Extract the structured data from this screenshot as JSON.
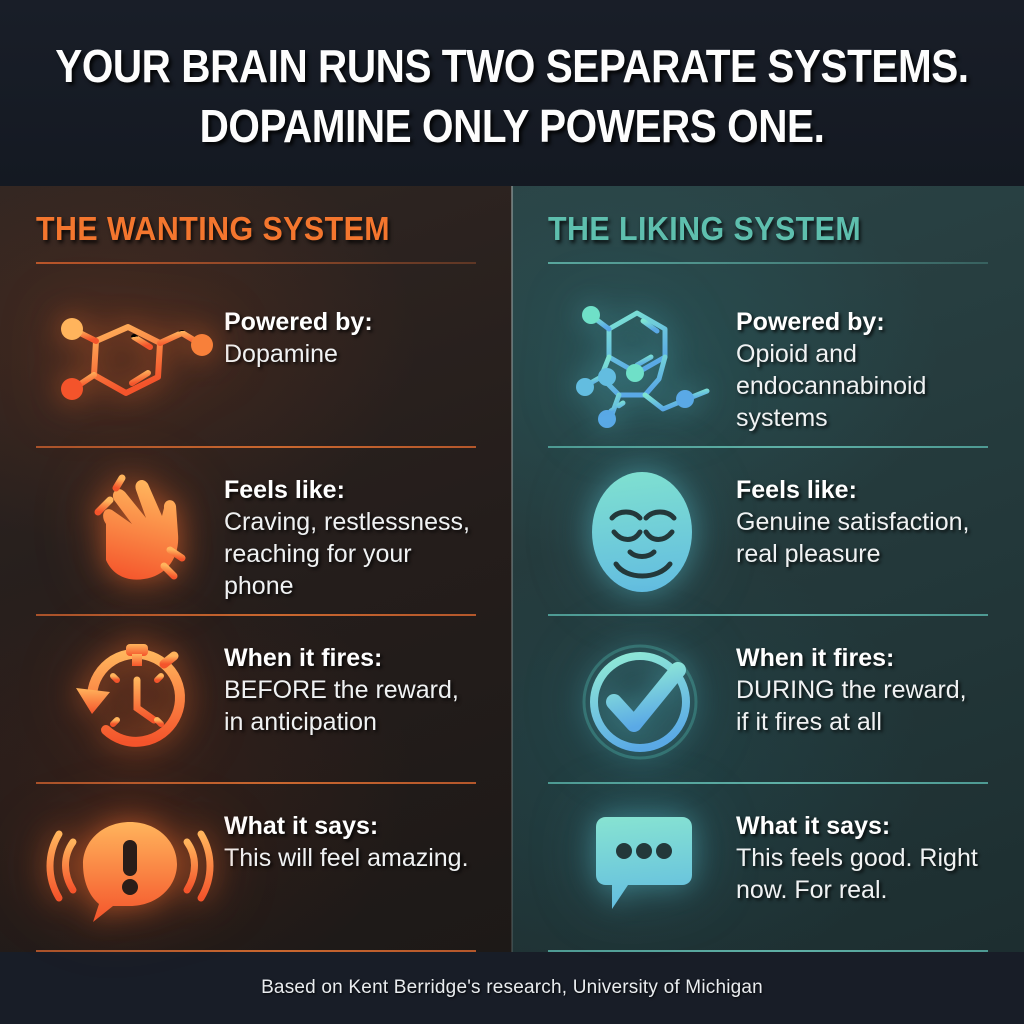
{
  "title": {
    "line1": "YOUR BRAIN RUNS TWO SEPARATE SYSTEMS.",
    "line2": "DOPAMINE ONLY POWERS ONE."
  },
  "colors": {
    "wanting_accent": "#f4762e",
    "liking_accent": "#5ebfae",
    "title_band_bg": "#171c26",
    "wanting_panel_bg": "#241d1b",
    "liking_panel_bg": "#23383a",
    "text_primary": "#ffffff",
    "footer_bg": "#181d27"
  },
  "columns": [
    {
      "id": "wanting",
      "heading": "THE WANTING SYSTEM",
      "rows": [
        {
          "icon": "dopamine-molecule-icon",
          "label": "Powered by:",
          "value": "Dopamine"
        },
        {
          "icon": "reaching-hand-icon",
          "label": "Feels like:",
          "value": "Craving, restlessness, reaching for your phone"
        },
        {
          "icon": "stopwatch-rewind-icon",
          "label": "When it fires:",
          "value": "BEFORE the reward, in anticipation"
        },
        {
          "icon": "shouting-speech-bubble-icon",
          "label": "What it says:",
          "value": "This will feel amazing."
        }
      ]
    },
    {
      "id": "liking",
      "heading": "THE LIKING SYSTEM",
      "rows": [
        {
          "icon": "opioid-molecule-icon",
          "label": "Powered by:",
          "value": "Opioid and endocannabinoid systems"
        },
        {
          "icon": "content-face-icon",
          "label": "Feels like:",
          "value": "Genuine satisfaction, real pleasure"
        },
        {
          "icon": "check-circle-icon",
          "label": "When it fires:",
          "value": "DURING the reward, if it fires at all"
        },
        {
          "icon": "chat-bubble-dots-icon",
          "label": "What it says:",
          "value": "This feels good. Right now. For real."
        }
      ]
    }
  ],
  "footer": {
    "attribution": "Based on Kent Berridge's research, University of Michigan"
  }
}
